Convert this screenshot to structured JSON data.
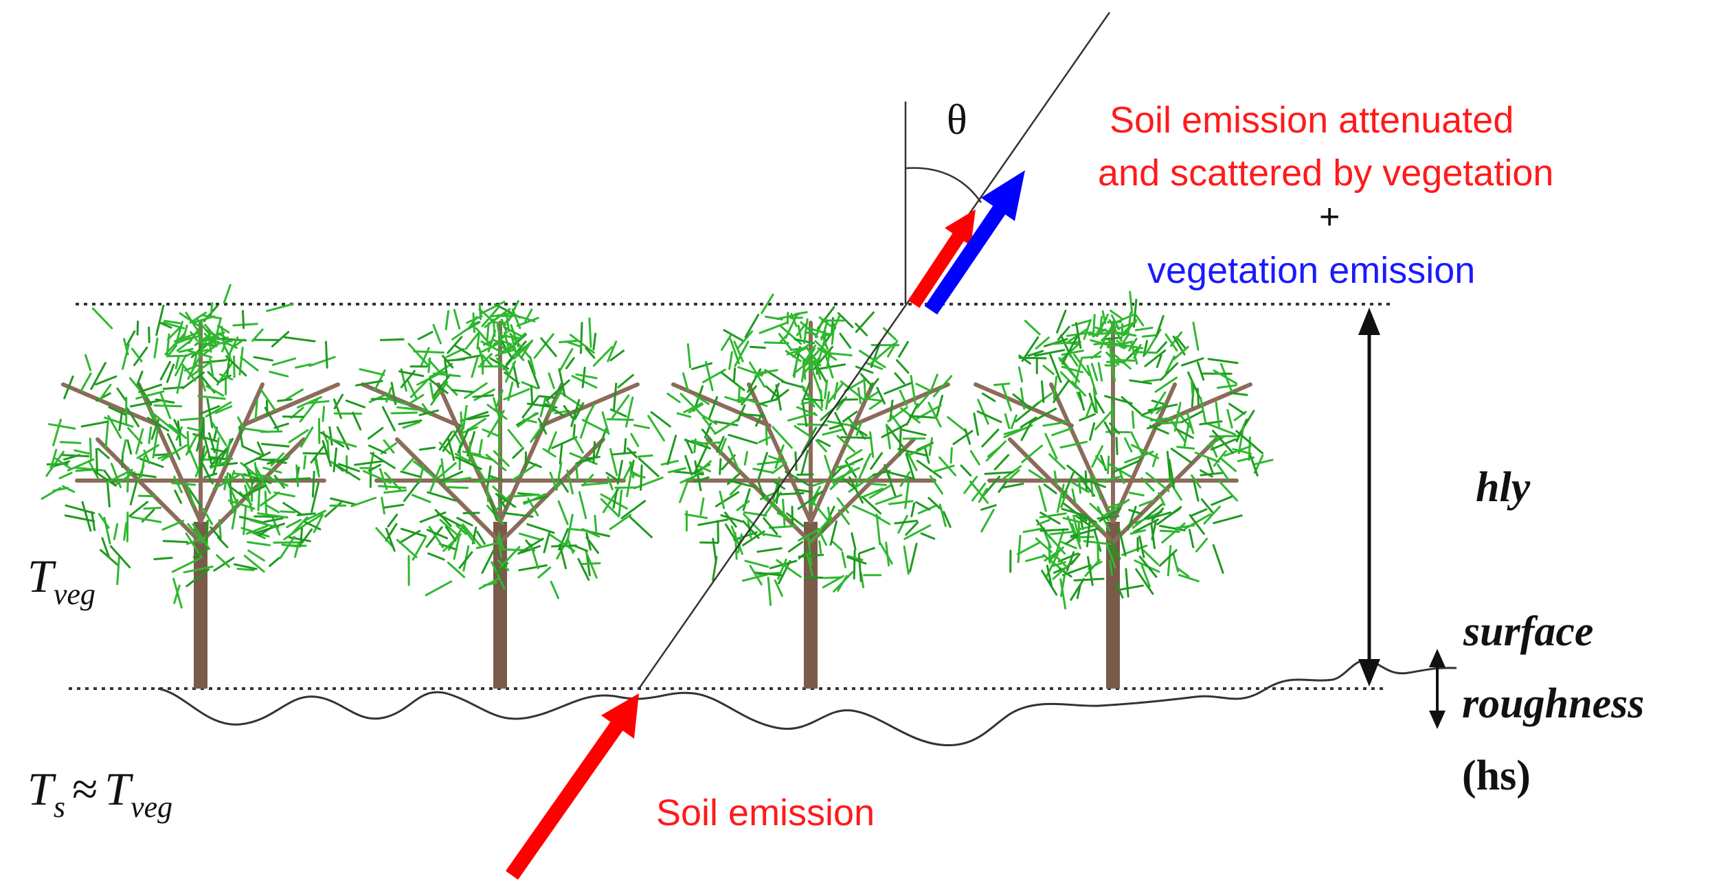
{
  "labels": {
    "theta": "θ",
    "attenuated_line1": "Soil emission attenuated",
    "attenuated_line2": "and scattered by vegetation",
    "plus": "+",
    "vegetation_emission": "vegetation emission",
    "soil_emission": "Soil emission",
    "hly": "hly",
    "surface": "surface",
    "roughness": "roughness",
    "hs": "(hs)",
    "t_main": "T",
    "veg_sub": "veg",
    "s_sub": "s",
    "approx": "≈"
  },
  "colors": {
    "soil_emission": "#ff0000",
    "vegetation_emission": "#0000ff",
    "foliage": "#2fb82f",
    "foliage_dark": "#1f9a1f",
    "branch": "#8b6b5a",
    "trunk": "#7a5a48",
    "line": "#333333"
  },
  "trees": [
    {
      "name": "tree-1"
    },
    {
      "name": "tree-2"
    },
    {
      "name": "tree-3"
    },
    {
      "name": "tree-4"
    }
  ]
}
